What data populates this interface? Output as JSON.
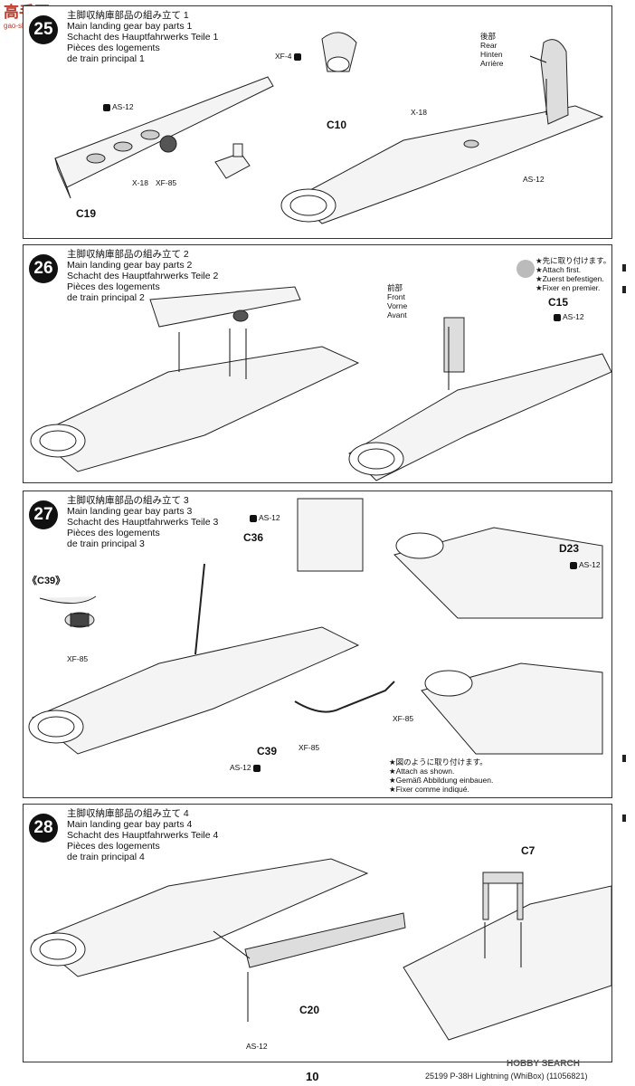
{
  "logo": {
    "name": "高手网",
    "url": "gao-shou.com"
  },
  "steps": [
    {
      "number": "25",
      "title": {
        "jp": "主脚収納庫部品の組み立て 1",
        "en": "Main landing gear bay parts 1",
        "de": "Schacht des Hauptfahrwerks Teile 1",
        "fr1": "Pièces des logements",
        "fr2": "de train principal 1"
      },
      "labels": {
        "c19": "C19",
        "c10": "C10",
        "as12_left": "AS-12",
        "x18_left": "X-18",
        "xf85": "XF-85",
        "xf4": "XF-4",
        "x18_right": "X-18",
        "as12_right": "AS-12"
      },
      "rear": {
        "jp": "後部",
        "en": "Rear",
        "de": "Hinten",
        "fr": "Arrière"
      }
    },
    {
      "number": "26",
      "title": {
        "jp": "主脚収納庫部品の組み立て 2",
        "en": "Main landing gear bay parts 2",
        "de": "Schacht des Hauptfahrwerks Teile 2",
        "fr1": "Pièces des logements",
        "fr2": "de train principal 2"
      },
      "front": {
        "jp": "前部",
        "en": "Front",
        "de": "Vorne",
        "fr": "Avant"
      },
      "attach_first": {
        "jp": "★先に取り付けます。",
        "en": "★Attach first.",
        "de": "★Zuerst befestigen.",
        "fr": "★Fixer en premier."
      },
      "labels": {
        "c15": "C15",
        "as12": "AS-12"
      }
    },
    {
      "number": "27",
      "title": {
        "jp": "主脚収納庫部品の組み立て 3",
        "en": "Main landing gear bay parts 3",
        "de": "Schacht des Hauptfahrwerks Teile 3",
        "fr1": "Pièces des logements",
        "fr2": "de train principal 3"
      },
      "labels": {
        "c36": "C36",
        "as12_top": "AS-12",
        "c39_detail": "《C39》",
        "xf85_left": "XF-85",
        "c39": "C39",
        "as12_bottom": "AS-12",
        "xf85_mid": "XF-85",
        "xf85_right": "XF-85",
        "d23": "D23",
        "as12_d23": "AS-12"
      },
      "attach_shown": {
        "jp": "★図のように取り付けます。",
        "en": "★Attach as shown.",
        "de": "★Gemäß Abbildung einbauen.",
        "fr": "★Fixer comme indiqué."
      }
    },
    {
      "number": "28",
      "title": {
        "jp": "主脚収納庫部品の組み立て 4",
        "en": "Main landing gear bay parts 4",
        "de": "Schacht des Hauptfahrwerks Teile 4",
        "fr1": "Pièces des logements",
        "fr2": "de train principal 4"
      },
      "labels": {
        "c20": "C20",
        "c7": "C7",
        "as12": "AS-12"
      }
    }
  ],
  "footer": {
    "page_number": "10",
    "code": "25199  P-38H Lightning (WhiBox) (11056821)",
    "watermark": "HOBBY SEARCH"
  }
}
